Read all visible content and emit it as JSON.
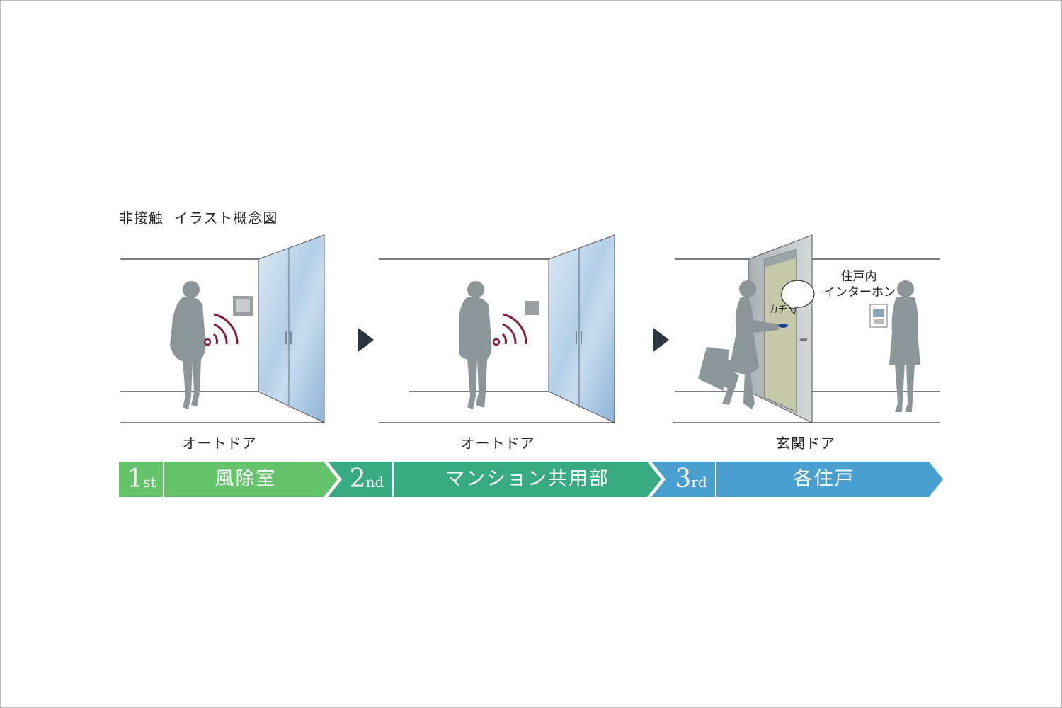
{
  "title": "非接触  イラスト概念図",
  "panels": [
    {
      "caption": "オートドア"
    },
    {
      "caption": "オートドア"
    },
    {
      "caption": "玄関ドア"
    }
  ],
  "speech_bubble": "カチャ",
  "intercom_label": {
    "line1": "住戸内",
    "line2": "インターホン"
  },
  "stages": [
    {
      "num": "1",
      "suffix": "st",
      "label": "風除室",
      "color": "#65c36b"
    },
    {
      "num": "2",
      "suffix": "nd",
      "label": "マンション共用部",
      "color": "#38aa82"
    },
    {
      "num": "3",
      "suffix": "rd",
      "label": "各住戸",
      "color": "#4a9fd1"
    }
  ],
  "colors": {
    "silhouette": "#8c9698",
    "signal": "#8a1c3c",
    "glass": "#a8c8e4",
    "door_panel": "#c6c9a9",
    "arrow": "#2a3540"
  }
}
